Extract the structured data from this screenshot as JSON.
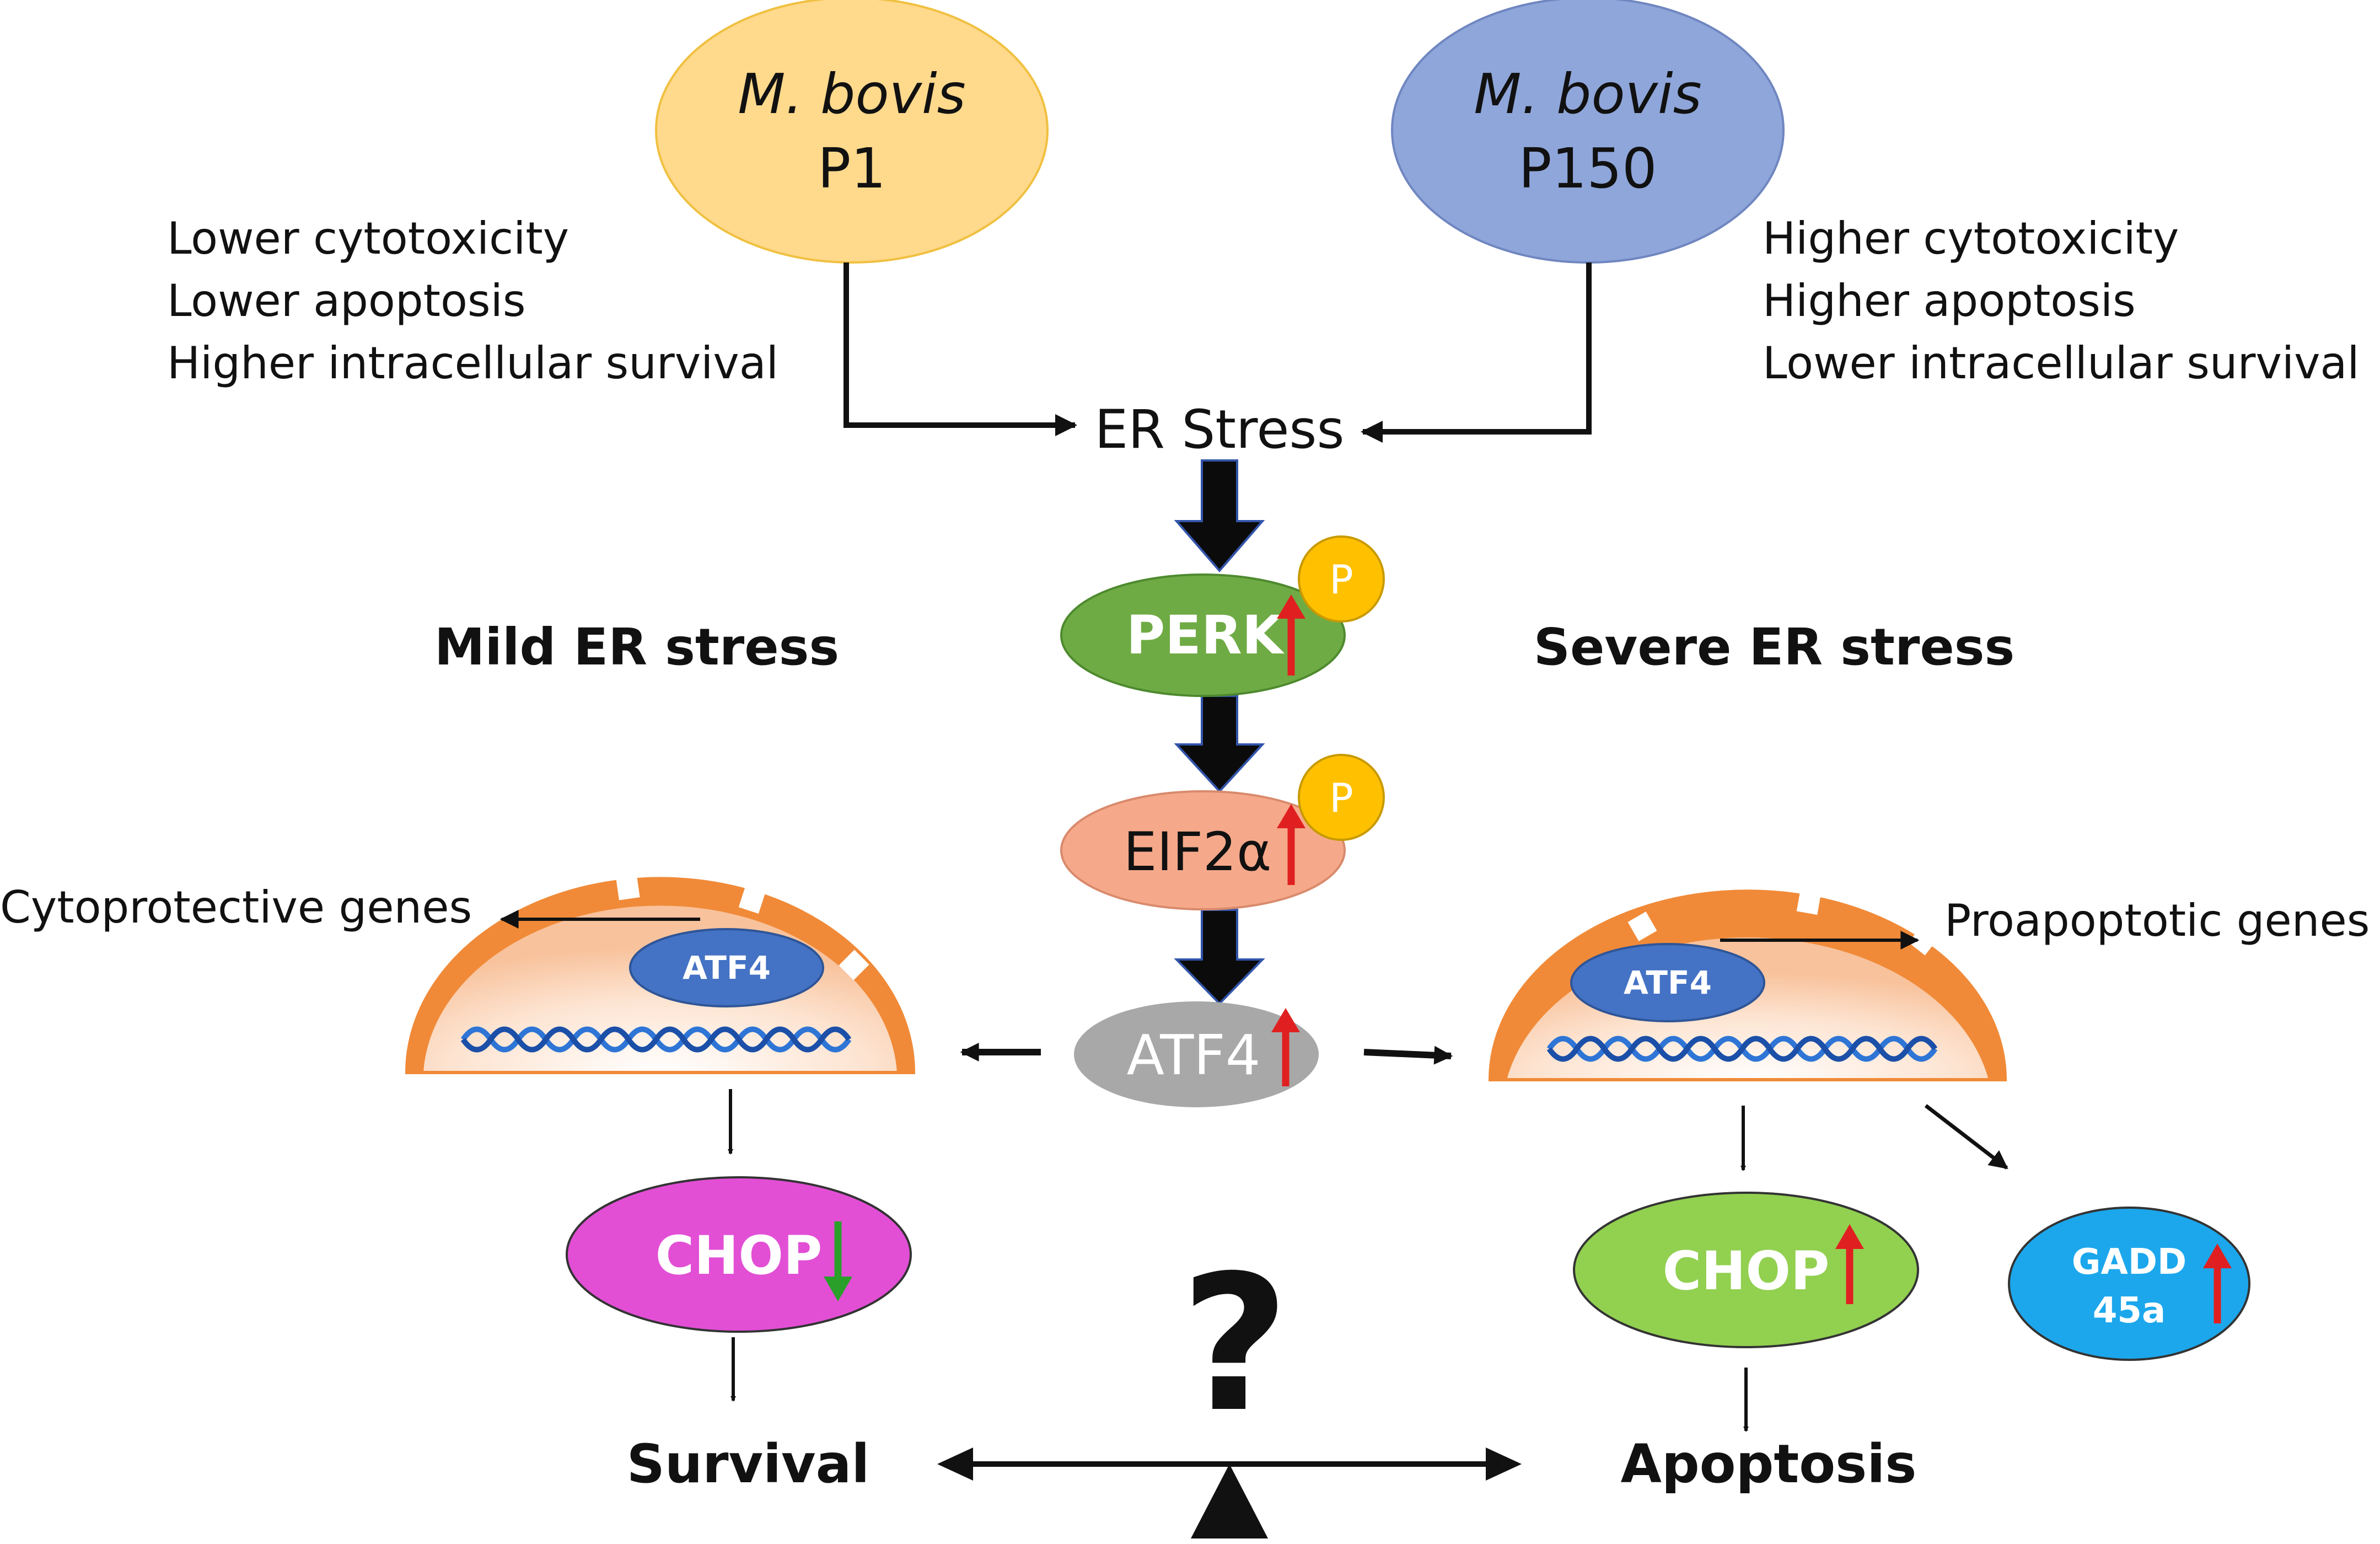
{
  "strains": {
    "p1": {
      "species": "M. bovis",
      "passage": "P1",
      "fill": "#FFD98C"
    },
    "p150": {
      "species": "M. bovis",
      "passage": "P150",
      "fill": "#8FA6DA"
    }
  },
  "phenotypes": {
    "left": [
      "Lower cytotoxicity",
      "Lower apoptosis",
      "Higher intracellular survival"
    ],
    "right": [
      "Higher cytotoxicity",
      "Higher apoptosis",
      "Lower intracellular survival"
    ]
  },
  "pathway": {
    "er_stress": "ER Stress",
    "perk": {
      "label": "PERK",
      "fill": "#6FAB45"
    },
    "eif2a": {
      "label": "EIF2α",
      "fill": "#F6A98A"
    },
    "atf4": {
      "label": "ATF4",
      "fill": "#A8A8A8"
    },
    "phospho_label": "P",
    "phospho_fill": "#FFC000"
  },
  "branches": {
    "mild": "Mild ER stress",
    "severe": "Severe ER stress"
  },
  "nuclei": {
    "left": {
      "atf4": "ATF4",
      "genes": "Cytoprotective genes"
    },
    "right": {
      "atf4": "ATF4",
      "genes": "Proapoptotic genes"
    }
  },
  "outcomes": {
    "left_chop": {
      "label": "CHOP",
      "fill": "#E24FD5"
    },
    "right_chop": {
      "label": "CHOP",
      "fill": "#92D050"
    },
    "gadd45a": {
      "line1": "GADD",
      "line2": "45a",
      "fill": "#1CA7EC"
    },
    "survival": "Survival",
    "apoptosis": "Apoptosis",
    "balance_question": "?"
  },
  "colors": {
    "up_arrow": "#E02020",
    "down_arrow": "#2AA02A",
    "nucleus_rim": "#F08A38",
    "atf4_in_nucleus": "#4472C4",
    "dna": "#2E75D6",
    "flow_arrow_fill": "#0B0B0B",
    "flow_arrow_outline": "#3355AA"
  }
}
